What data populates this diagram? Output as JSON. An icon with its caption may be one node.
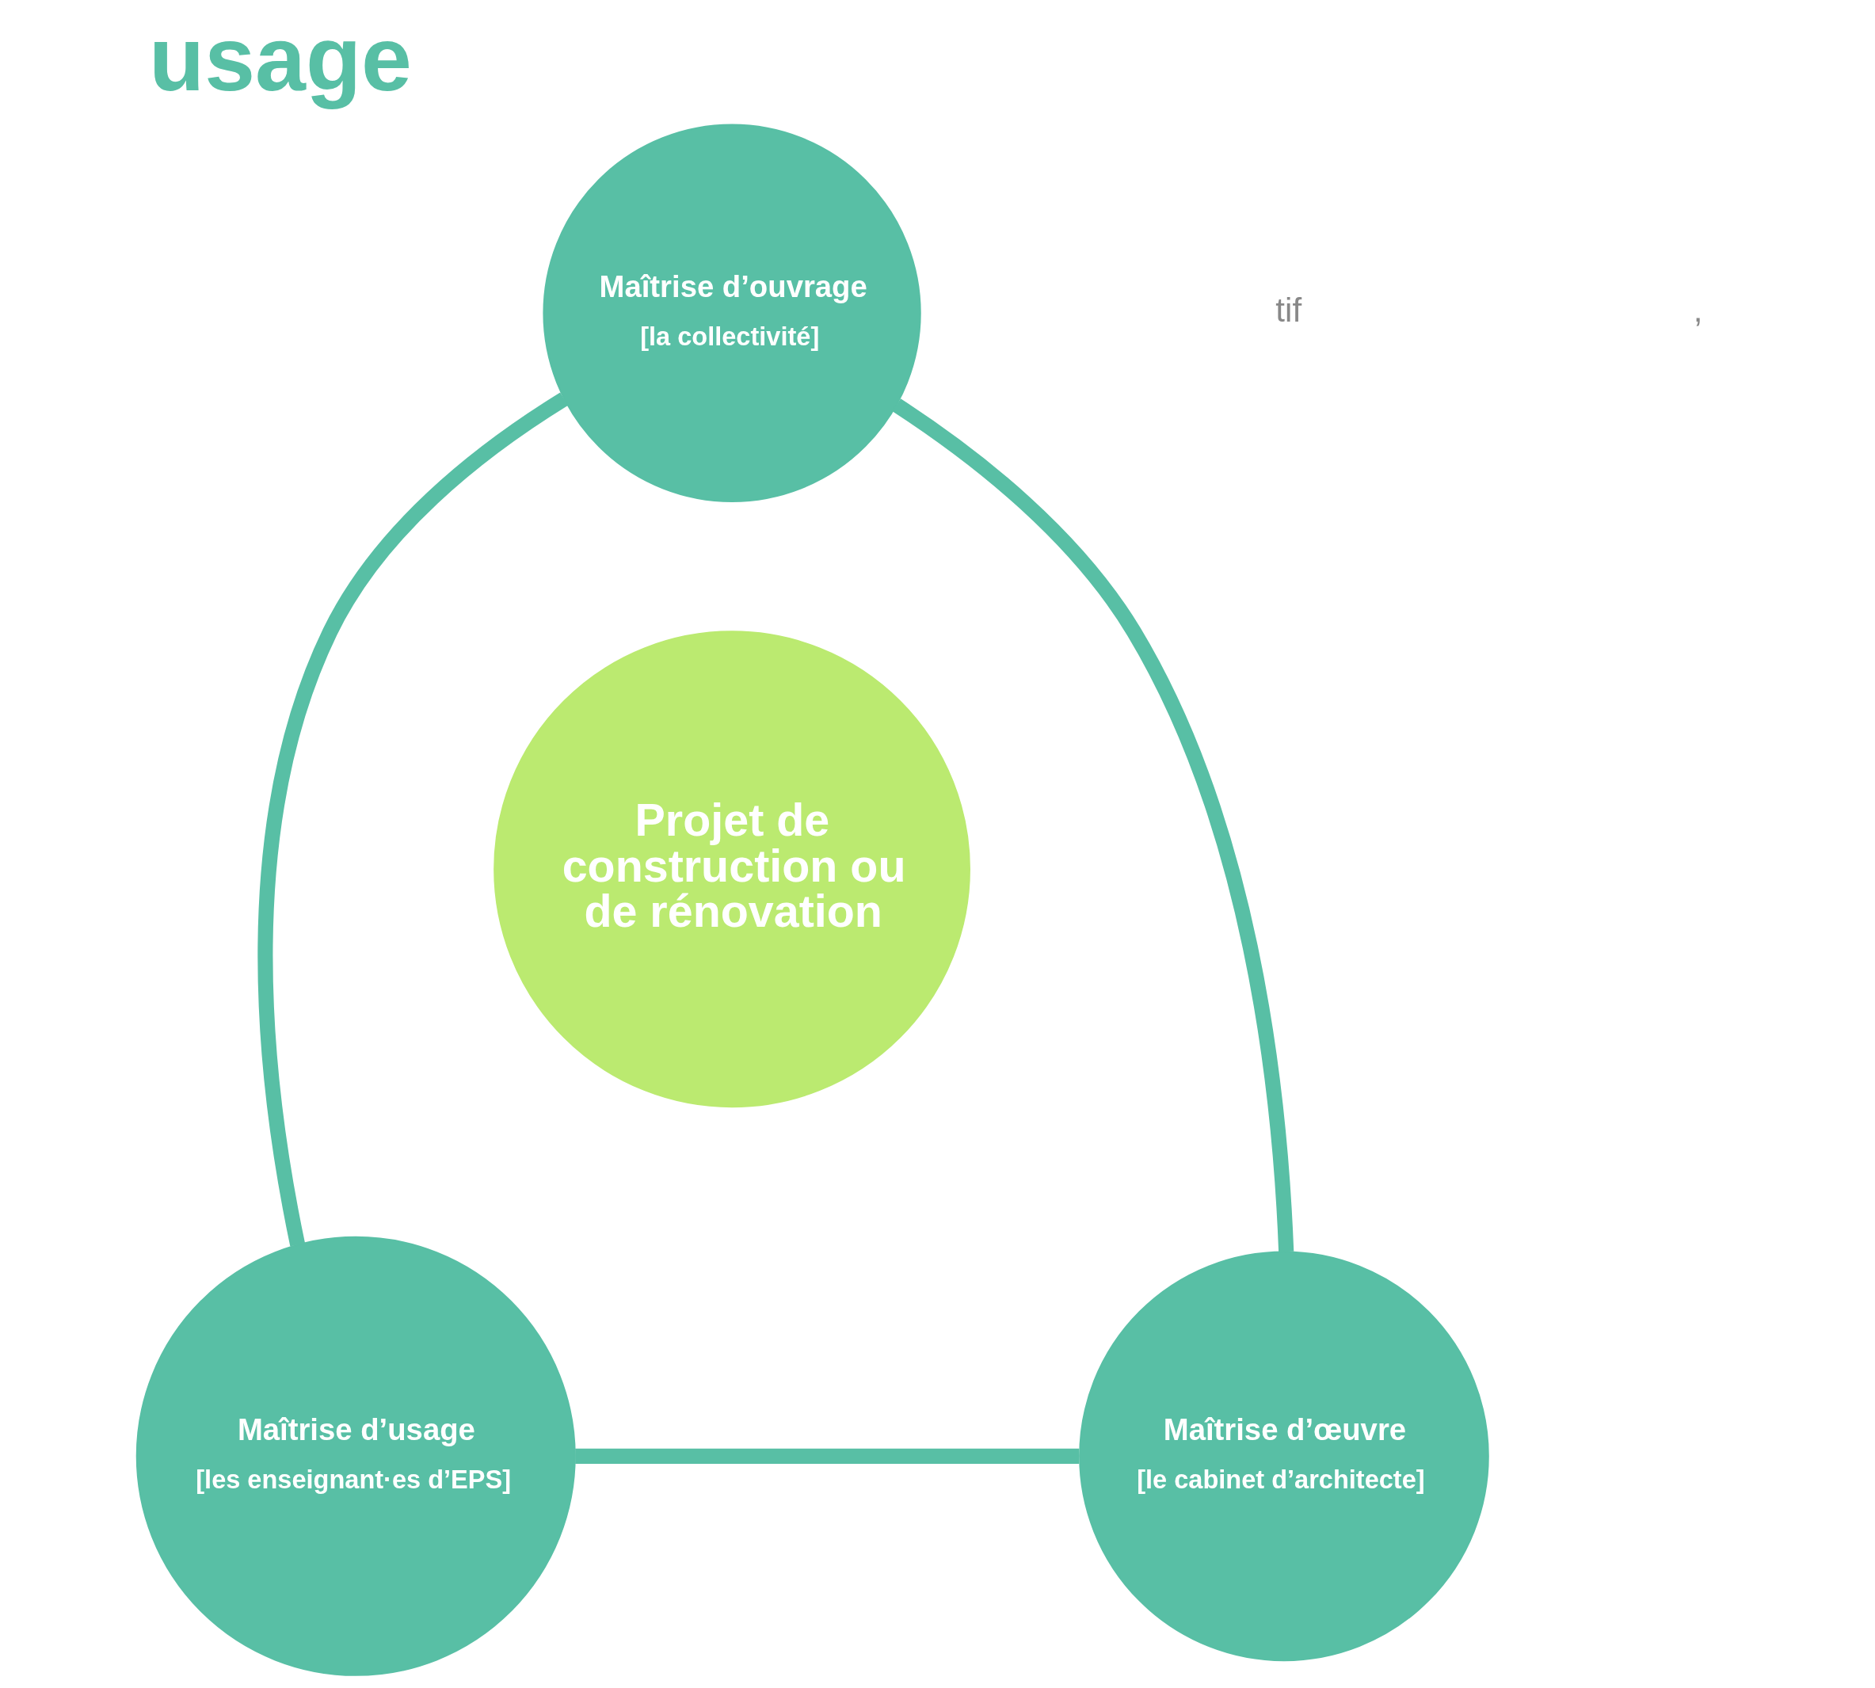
{
  "diagram": {
    "title": "usage",
    "nodes": [
      {
        "text": [
          "Maîtrise d’ouvrage",
          "[la collectivité]"
        ]
      },
      {
        "text": [
          "Projet de construction ou de rénovation"
        ]
      },
      {
        "text": [
          "Maîtrise d’usage",
          "[les enseignant·es d’EPS]"
        ]
      },
      {
        "text": [
          "Maîtrise d’œuvre",
          "[le cabinet d’architecte]"
        ]
      }
    ],
    "edges": [
      {
        "from": 0,
        "to": 2,
        "arrow": "none"
      },
      {
        "from": 0,
        "to": 3,
        "arrow": "none"
      },
      {
        "from": 2,
        "to": 3,
        "arrow": "none"
      }
    ],
    "labels": [
      "tif",
      ","
    ]
  }
}
